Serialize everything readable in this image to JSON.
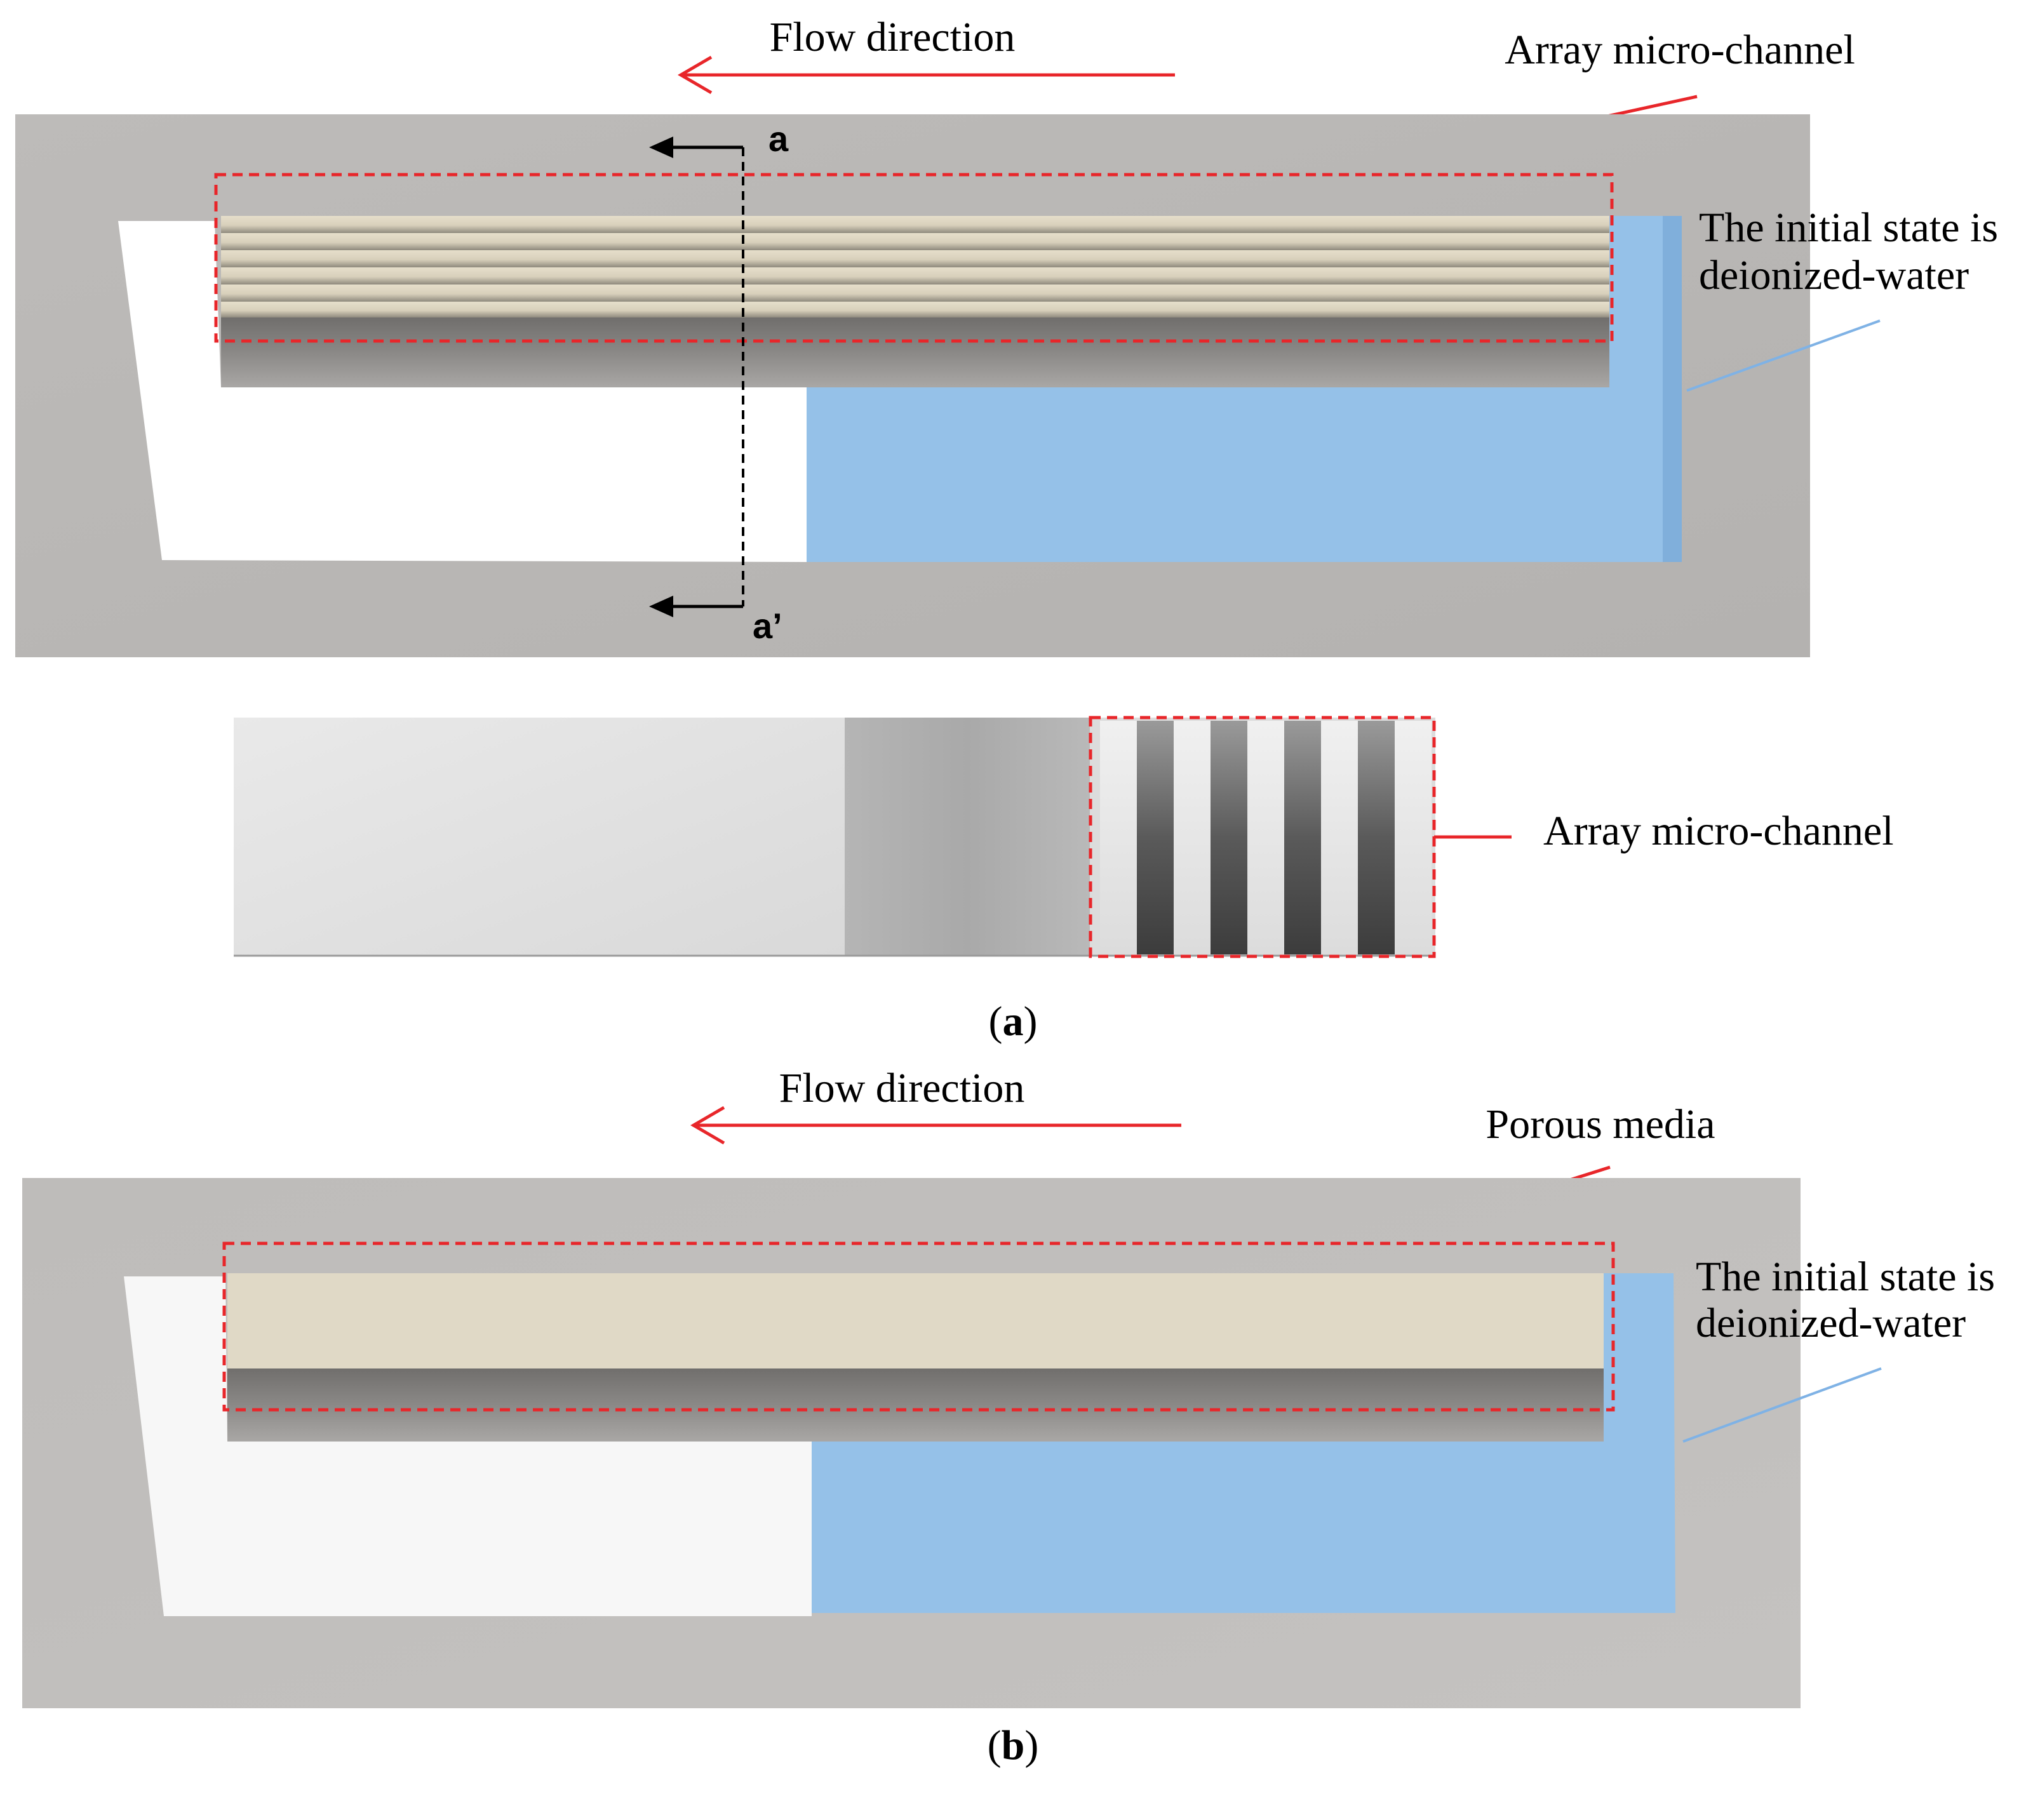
{
  "panel_a": {
    "flow_label": "Flow direction",
    "region_label": "Array micro-channel",
    "initial_state_line1": "The initial state is",
    "initial_state_line2": "deionized-water",
    "section_start": "a",
    "section_end": "a’",
    "cross_section_label": "Array micro-channel",
    "caption_open": "(",
    "caption_letter": "a",
    "caption_close": ")"
  },
  "panel_b": {
    "flow_label": "Flow direction",
    "region_label": "Porous media",
    "initial_state_line1": "The initial state is",
    "initial_state_line2": "deionized-water",
    "caption_open": "(",
    "caption_letter": "b",
    "caption_close": ")"
  },
  "colors": {
    "annotation_red": "#e8262a",
    "water_blue": "#95c1e8",
    "leader_blue": "#7fb2e5",
    "channel_beige": "#e0d9c6",
    "base_gray": "#b9b7b5",
    "channel_shadow": "#7a7876"
  }
}
